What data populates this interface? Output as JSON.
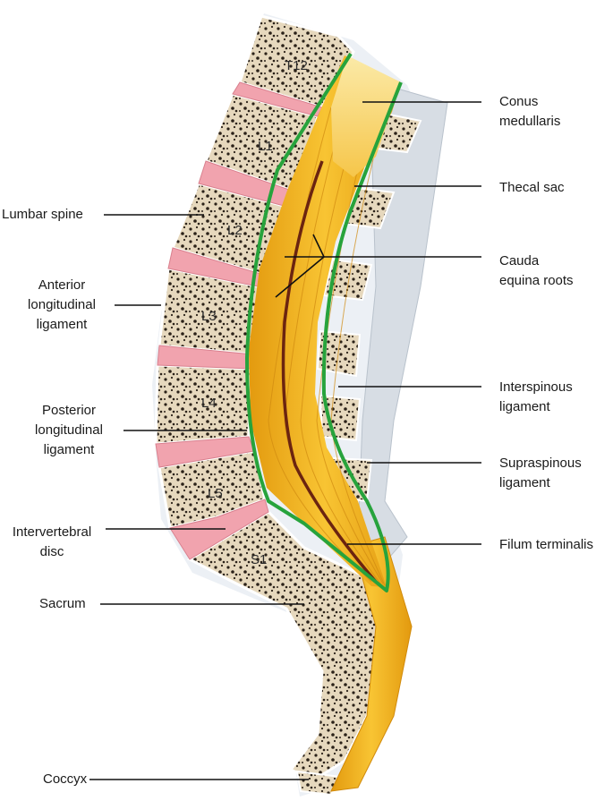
{
  "left_labels": {
    "lumbar_spine": "Lumbar spine",
    "anterior_ll": "Anterior\nlongitudinal\nligament",
    "posterior_ll": "Posterior\nlongitudinal\nligament",
    "intervertebral_disc": "Intervertebral\ndisc",
    "sacrum": "Sacrum",
    "coccyx": "Coccyx"
  },
  "right_labels": {
    "conus": "Conus\nmedullaris",
    "thecal_sac": "Thecal sac",
    "cauda_equina": "Cauda\nequina roots",
    "interspinous": "Interspinous\nligament",
    "supraspinous": "Supraspinous\nligament",
    "filum": "Filum terminalis"
  },
  "vertebra_labels": {
    "t12": "T12",
    "l1": "L1",
    "l2": "L2",
    "l3": "L3",
    "l4": "L4",
    "l5": "L5",
    "s1": "S1"
  },
  "colors": {
    "bone": "#e8dcc4",
    "disc": "#f1a3ae",
    "nerve": "#f3b21c",
    "thecal_sac": "#27a33c",
    "filum": "#6b2410",
    "ligament": "#cfd6de"
  }
}
